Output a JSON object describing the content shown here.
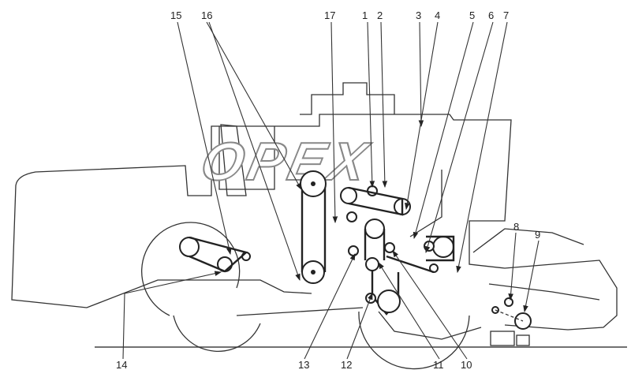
{
  "watermark": {
    "text": "OPEX"
  },
  "callouts": [
    {
      "id": "c1",
      "text": "1"
    },
    {
      "id": "c2",
      "text": "2"
    },
    {
      "id": "c3",
      "text": "3"
    },
    {
      "id": "c4",
      "text": "4"
    },
    {
      "id": "c5",
      "text": "5"
    },
    {
      "id": "c6",
      "text": "6"
    },
    {
      "id": "c7",
      "text": "7"
    },
    {
      "id": "c8",
      "text": "8"
    },
    {
      "id": "c9",
      "text": "9"
    },
    {
      "id": "c10",
      "text": "10"
    },
    {
      "id": "c11",
      "text": "11"
    },
    {
      "id": "c12",
      "text": "12"
    },
    {
      "id": "c13",
      "text": "13"
    },
    {
      "id": "c14",
      "text": "14"
    },
    {
      "id": "c15",
      "text": "15"
    },
    {
      "id": "c16",
      "text": "16"
    },
    {
      "id": "c17",
      "text": "17"
    }
  ]
}
